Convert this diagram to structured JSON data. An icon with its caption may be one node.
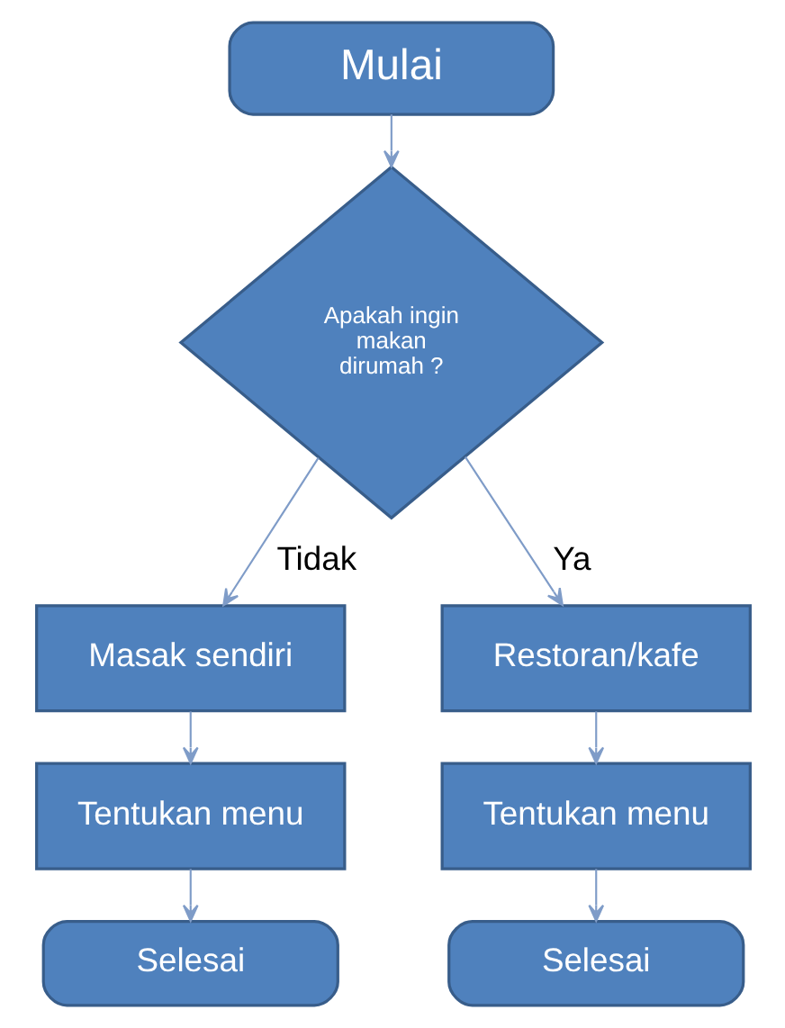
{
  "diagram": {
    "nodes": [
      {
        "text": [
          "Mulai"
        ]
      },
      {
        "text": [
          "Apakah ingin makan dirumah ?"
        ]
      },
      {
        "text": [
          "Masak sendiri"
        ]
      },
      {
        "text": [
          "Restoran/kafe"
        ]
      },
      {
        "text": [
          "Tentukan menu"
        ]
      },
      {
        "text": [
          "Tentukan menu"
        ]
      },
      {
        "text": [
          "Selesai"
        ]
      },
      {
        "text": [
          "Selesai"
        ]
      }
    ],
    "edges": [
      {
        "from": 0,
        "to": 1,
        "arrow": "to"
      },
      {
        "from": 1,
        "to": 2,
        "arrow": "to",
        "label": "Tidak"
      },
      {
        "from": 1,
        "to": 3,
        "arrow": "to",
        "label": "Ya"
      },
      {
        "from": 2,
        "to": 4,
        "arrow": "to"
      },
      {
        "from": 3,
        "to": 5,
        "arrow": "to"
      },
      {
        "from": 4,
        "to": 6,
        "arrow": "to"
      },
      {
        "from": 5,
        "to": 7,
        "arrow": "to"
      }
    ]
  }
}
